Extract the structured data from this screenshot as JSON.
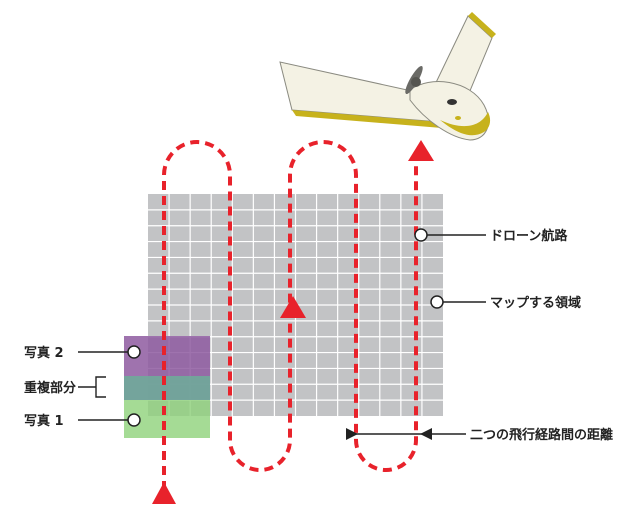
{
  "labels": {
    "drone_route": "ドローン航路",
    "mapped_area": "マップする領域",
    "photo_2": "写真 2",
    "overlap": "重複部分",
    "photo_1": "写真 1",
    "flight_path_spacing": "二つの飛行経路間の距離"
  },
  "colors": {
    "route": "#e8222b",
    "grid": "#c2c3c5",
    "grid_line": "#ffffff",
    "photo_1": "#8ed27a",
    "photo_2": "#8e5aa0",
    "overlap": "#6f9fa0",
    "drone_body": "#f4f2e4",
    "drone_accent": "#c7b21c"
  },
  "icons": [
    "fixed-wing-drone-icon",
    "direction-arrow-icon",
    "callout-dot-icon",
    "bracket-icon",
    "dimension-arrow-icon"
  ]
}
